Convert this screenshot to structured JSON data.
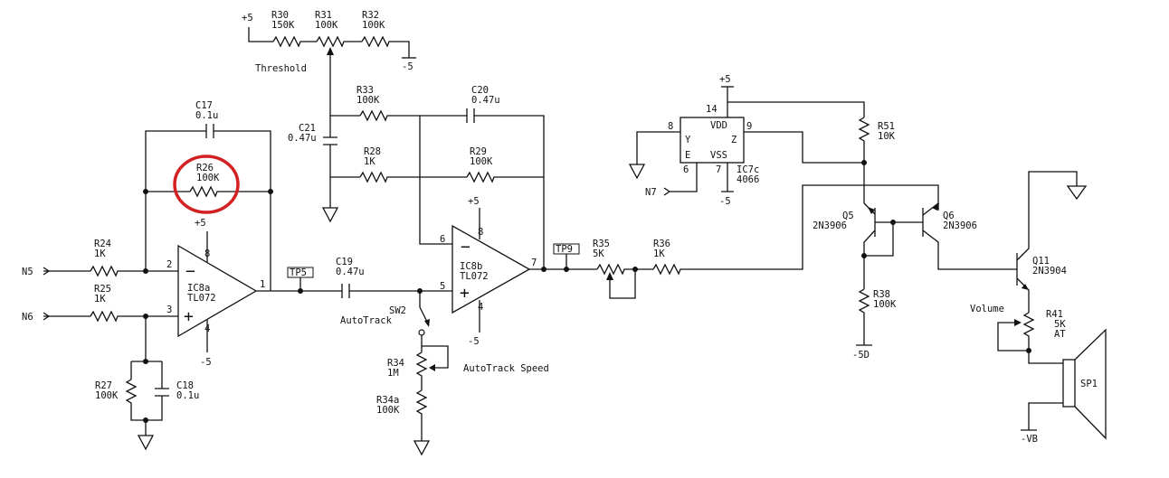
{
  "labels": {
    "r30": "R30",
    "r30v": "150K",
    "r31": "R31",
    "r31v": "100K",
    "r32": "R32",
    "r32v": "100K",
    "p5a": "+5",
    "m5a": "-5",
    "threshold": "Threshold",
    "r33": "R33",
    "r33v": "100K",
    "c20": "C20",
    "c20v": "0.47u",
    "c21": "C21",
    "c21v": "0.47u",
    "r28": "R28",
    "r28v": "1K",
    "r29": "R29",
    "r29v": "100K",
    "c17": "C17",
    "c17v": "0.1u",
    "r26": "R26",
    "r26v": "100K",
    "p5b": "+5",
    "pin8a": "8",
    "r24": "R24",
    "r24v": "1K",
    "r25": "R25",
    "r25v": "1K",
    "n5": "N5",
    "n6": "N6",
    "pin2": "2",
    "pin3": "3",
    "pin1": "1",
    "pin4a": "4",
    "ic8a": "IC8a",
    "ic8av": "TL072",
    "m5b": "-5",
    "r27": "R27",
    "r27v": "100K",
    "c18": "C18",
    "c18v": "0.1u",
    "tp5": "TP5",
    "c19": "C19",
    "c19v": "0.47u",
    "p5c": "+5",
    "pin8b": "8",
    "pin6": "6",
    "pin5": "5",
    "pin7": "7",
    "pin4b": "4",
    "ic8b": "IC8b",
    "ic8bv": "TL072",
    "m5c": "-5",
    "sw2": "SW2",
    "autotrack": "AutoTrack",
    "r34": "R34",
    "r34v": "1M",
    "autotrack_speed": "AutoTrack Speed",
    "r34a": "R34a",
    "r34av": "100K",
    "tp9": "TP9",
    "r35": "R35",
    "r35v": "5K",
    "r36": "R36",
    "r36v": "1K",
    "p5d": "+5",
    "pin14": "14",
    "pin8c": "8",
    "pin9": "9",
    "pin6c": "6",
    "pin7c": "7",
    "vdd": "VDD",
    "vss": "VSS",
    "y": "Y",
    "z": "Z",
    "e": "E",
    "ic7c": "IC7c",
    "ic7cv": "4066",
    "n7": "N7",
    "m5d": "-5",
    "r51": "R51",
    "r51v": "10K",
    "q5": "Q5",
    "q5v": "2N3906",
    "q6": "Q6",
    "q6v": "2N3906",
    "r38": "R38",
    "r38v": "100K",
    "m5e": "-5D",
    "q11": "Q11",
    "q11v": "2N3904",
    "volume": "Volume",
    "r41": "R41",
    "r41v": "5K",
    "r41at": "AT",
    "sp1": "SP1",
    "mvb": "-VB"
  },
  "annotation": {
    "color": "#d42020",
    "marks": "R26"
  }
}
